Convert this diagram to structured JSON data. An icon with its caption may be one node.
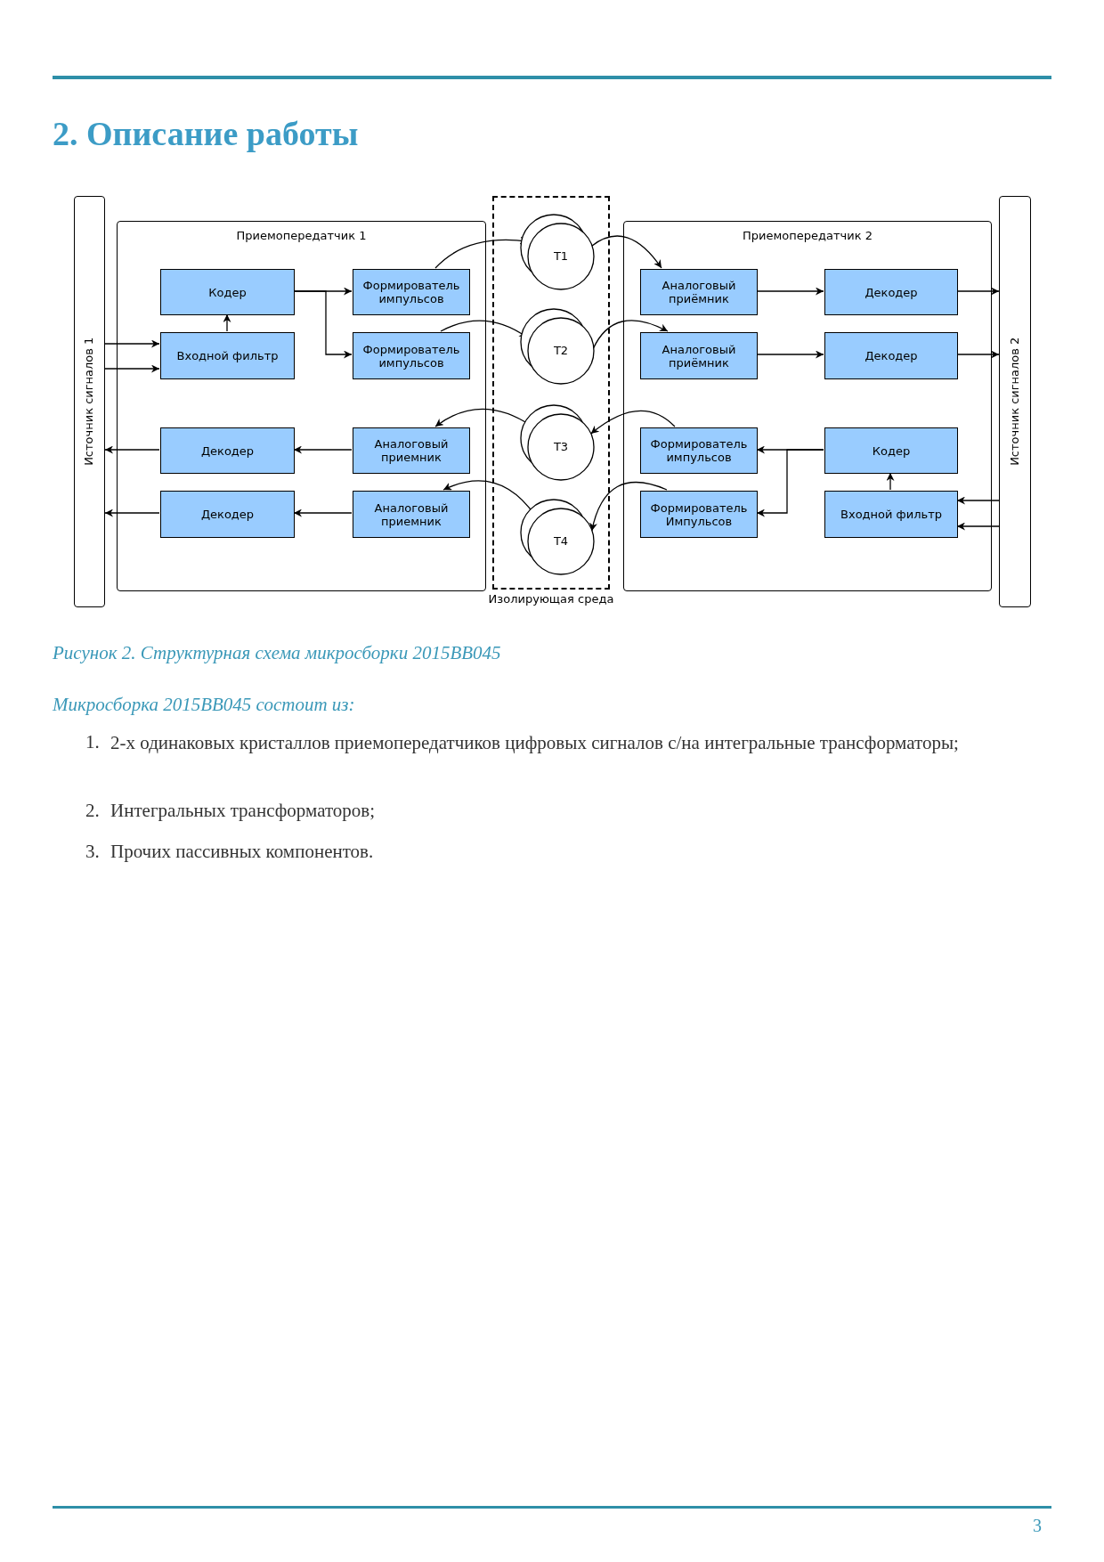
{
  "diagram": {
    "title": "2. Описание работы",
    "caption": "Рисунок 2. Структурная схема микросборки 2015ВВ045",
    "nodes": [
      {
        "text": [
          "Источник сигналов 1"
        ]
      },
      {
        "text": [
          "Приемопередатчик 1"
        ]
      },
      {
        "text": [
          "Кодер"
        ],
        "in": 1
      },
      {
        "text": [
          "Формирователь импульсов"
        ],
        "in": 1
      },
      {
        "text": [
          "Входной фильтр"
        ],
        "in": 1
      },
      {
        "text": [
          "Формирователь импульсов"
        ],
        "in": 1
      },
      {
        "text": [
          "Декодер"
        ],
        "in": 1
      },
      {
        "text": [
          "Аналоговый приемник"
        ],
        "in": 1
      },
      {
        "text": [
          "Декодер"
        ],
        "in": 1
      },
      {
        "text": [
          "Аналоговый приемник"
        ],
        "in": 1
      },
      {
        "text": [
          "Изолирующая среда"
        ]
      },
      {
        "text": [
          "T1"
        ],
        "in": 10
      },
      {
        "text": [
          "T2"
        ],
        "in": 10
      },
      {
        "text": [
          "T3"
        ],
        "in": 10
      },
      {
        "text": [
          "T4"
        ],
        "in": 10
      },
      {
        "text": [
          "Приемопередатчик 2"
        ]
      },
      {
        "text": [
          "Аналоговый приёмник"
        ],
        "in": 15
      },
      {
        "text": [
          "Декодер"
        ],
        "in": 15
      },
      {
        "text": [
          "Аналоговый приёмник"
        ],
        "in": 15
      },
      {
        "text": [
          "Декодер"
        ],
        "in": 15
      },
      {
        "text": [
          "Формирователь импульсов"
        ],
        "in": 15
      },
      {
        "text": [
          "Кодер"
        ],
        "in": 15
      },
      {
        "text": [
          "Формирователь Импульсов"
        ],
        "in": 15
      },
      {
        "text": [
          "Входной фильтр"
        ],
        "in": 15
      },
      {
        "text": [
          "Источник сигналов 2"
        ]
      }
    ],
    "edges": [
      {
        "from": 0,
        "to": 4,
        "arrow": "to"
      },
      {
        "from": 0,
        "to": 4,
        "arrow": "to"
      },
      {
        "from": 4,
        "to": 2,
        "arrow": "to"
      },
      {
        "from": 2,
        "to": 3,
        "arrow": "to"
      },
      {
        "from": 2,
        "to": 5,
        "arrow": "to"
      },
      {
        "from": 3,
        "to": 11,
        "arrow": "to"
      },
      {
        "from": 5,
        "to": 12,
        "arrow": "to"
      },
      {
        "from": 13,
        "to": 7,
        "arrow": "to"
      },
      {
        "from": 14,
        "to": 9,
        "arrow": "to"
      },
      {
        "from": 7,
        "to": 6,
        "arrow": "to"
      },
      {
        "from": 9,
        "to": 8,
        "arrow": "to"
      },
      {
        "from": 6,
        "to": 0,
        "arrow": "to"
      },
      {
        "from": 8,
        "to": 0,
        "arrow": "to"
      },
      {
        "from": 11,
        "to": 16,
        "arrow": "to"
      },
      {
        "from": 12,
        "to": 18,
        "arrow": "to"
      },
      {
        "from": 16,
        "to": 17,
        "arrow": "to"
      },
      {
        "from": 18,
        "to": 19,
        "arrow": "to"
      },
      {
        "from": 17,
        "to": 24,
        "arrow": "to"
      },
      {
        "from": 19,
        "to": 24,
        "arrow": "to"
      },
      {
        "from": 20,
        "to": 13,
        "arrow": "to"
      },
      {
        "from": 22,
        "to": 14,
        "arrow": "to"
      },
      {
        "from": 21,
        "to": 20,
        "arrow": "to"
      },
      {
        "from": 21,
        "to": 22,
        "arrow": "to"
      },
      {
        "from": 23,
        "to": 21,
        "arrow": "to"
      },
      {
        "from": 24,
        "to": 23,
        "arrow": "to"
      },
      {
        "from": 24,
        "to": 23,
        "arrow": "to"
      }
    ],
    "labels": [
      "Микросборка 2015ВВ045 состоит из:",
      "1.",
      "2-х одинаковых кристаллов приемопередатчиков цифровых сигналов с/на интегральные трансформаторы;",
      "2.",
      "Интегральных трансформаторов;",
      "3.",
      "Прочих пассивных компонентов.",
      "3"
    ]
  }
}
